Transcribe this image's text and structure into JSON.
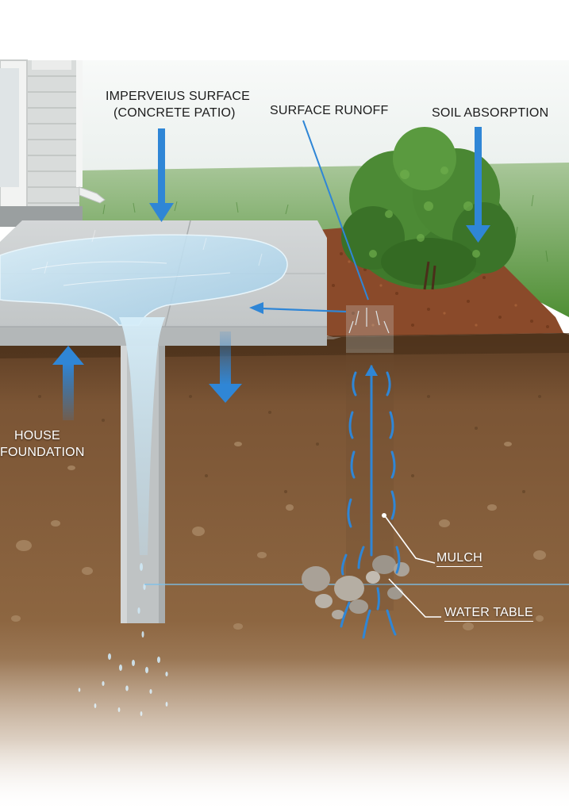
{
  "labels": {
    "impervious_line1": "IMPERVEIUS SURFACE",
    "impervious_line2": "(CONCRETE PATIO)",
    "surface_runoff": "SURFACE RUNOFF",
    "soil_absorption": "SOIL ABSORPTION",
    "house_line1": "HOUSE",
    "house_line2": "FOUNDATION",
    "mulch": "MULCH",
    "water_table": "WATER TABLE"
  },
  "colors": {
    "arrow_blue": "#2f86d6",
    "concrete": "#c9cccd",
    "soil": "#7a5433",
    "mulch": "#8a4a2a",
    "grass": "#5f9a3e",
    "water": "#bfe0f2"
  }
}
